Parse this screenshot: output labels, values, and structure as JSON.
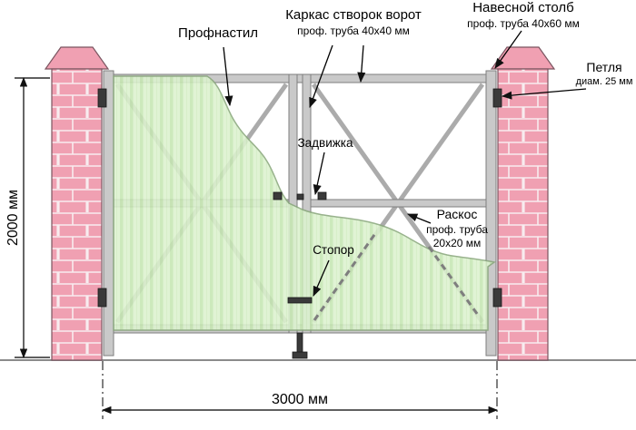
{
  "diagram": {
    "labels": {
      "profnastil": "Профнастил",
      "karkas1": "Каркас створок ворот",
      "karkas2": "проф. труба 40х40 мм",
      "stolb1": "Навесной столб",
      "stolb2": "проф. труба 40х60 мм",
      "petlya1": "Петля",
      "petlya2": "диам. 25 мм",
      "zadvizhka": "Задвижка",
      "raskos1": "Раскос",
      "raskos2": "проф. труба",
      "raskos3": "20х20 мм",
      "stopor": "Стопор"
    },
    "dimensions": {
      "height": "2000 мм",
      "width": "3000 мм"
    },
    "colors": {
      "brick": "#f0a0b2",
      "mortar": "#f8ecef",
      "brickline": "#7a5560",
      "corr": "#dcf2cf",
      "corrdark": "#c6e6b3",
      "corrline": "#d2ecc2",
      "corredge": "#8aa87d",
      "frame": "#c9c9c9",
      "frameline": "#7e7e7e",
      "diag": "#ababab",
      "metal": "#3a3a3a",
      "ink": "#000000",
      "groundline": "#8b8b8b"
    }
  }
}
